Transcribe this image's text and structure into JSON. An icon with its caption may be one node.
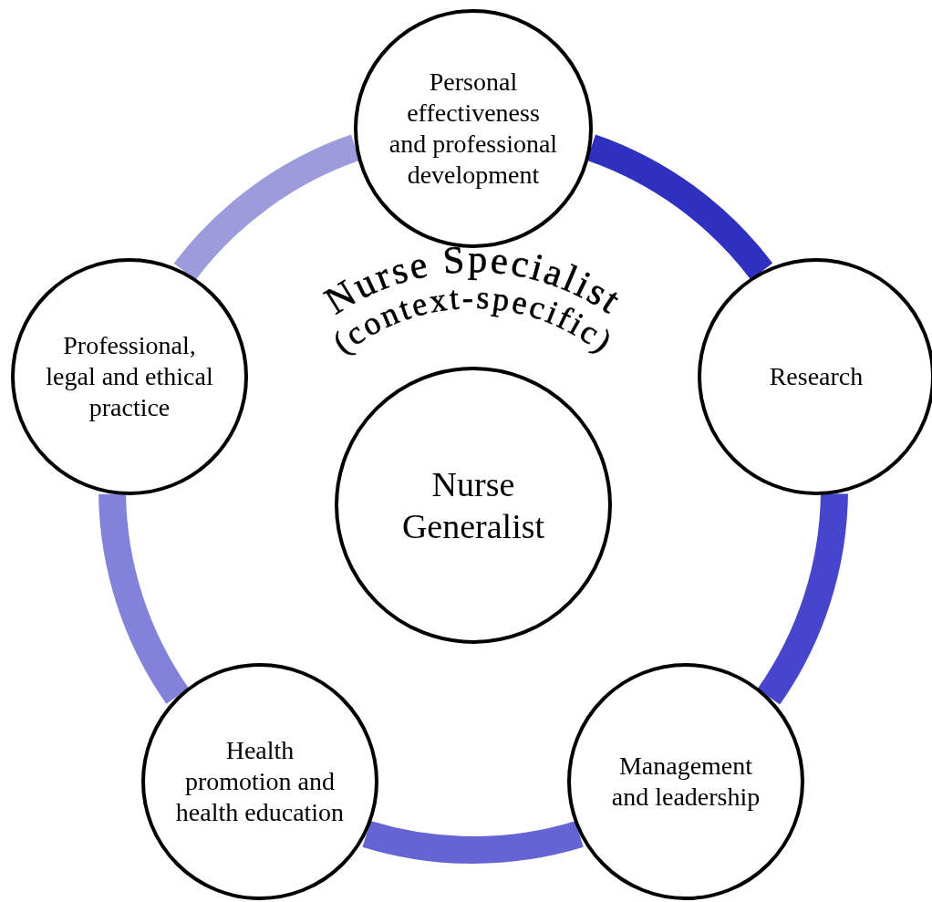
{
  "diagram": {
    "nodes": [
      {
        "text": [
          "Personal effectiveness and professional development"
        ]
      },
      {
        "text": [
          "Research"
        ]
      },
      {
        "text": [
          "Management and leadership"
        ]
      },
      {
        "text": [
          "Health promotion and health education"
        ]
      },
      {
        "text": [
          "Professional, legal and ethical practice"
        ]
      },
      {
        "text": [
          "Nurse Generalist"
        ]
      }
    ],
    "edges": [
      {
        "from": 0,
        "to": 1,
        "arrow": "none",
        "color": "#3030c0"
      },
      {
        "from": 1,
        "to": 2,
        "arrow": "none",
        "color": "#4646cc"
      },
      {
        "from": 2,
        "to": 3,
        "arrow": "none",
        "color": "#6464d4"
      },
      {
        "from": 3,
        "to": 4,
        "arrow": "none",
        "color": "#8282da"
      },
      {
        "from": 4,
        "to": 0,
        "arrow": "none",
        "color": "#9c9cdc"
      }
    ],
    "labels": [
      "Nurse Specialist",
      "(context-specific)"
    ]
  }
}
